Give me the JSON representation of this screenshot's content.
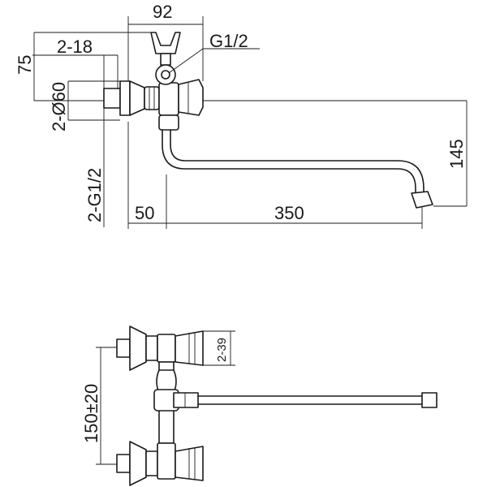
{
  "dimensions": {
    "top_width": "92",
    "thread_top": "G1/2",
    "spacing_18": "2-18",
    "height_75": "75",
    "diameter_60": "2-Ø60",
    "thread_inlets": "2-G1/2",
    "offset_50": "50",
    "spout_350": "350",
    "height_145": "145",
    "spacing_39": "2-39",
    "center_150": "150±20"
  }
}
